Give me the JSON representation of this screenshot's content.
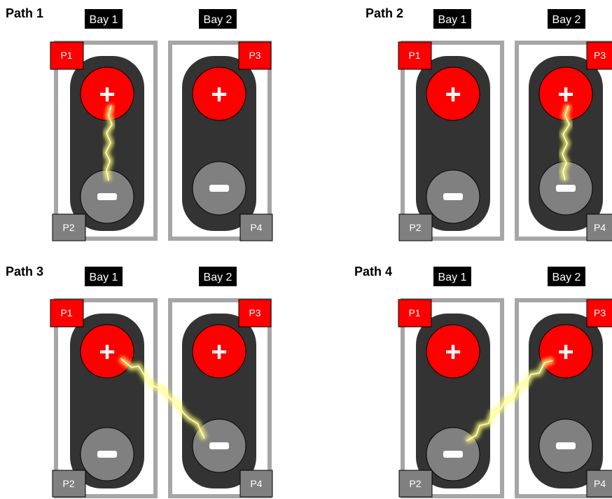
{
  "colors": {
    "positive": "#fe0000",
    "negative": "#808080",
    "battery_body": "#333333",
    "bay_outline": "#a6a6a6",
    "label_background": "#000000",
    "arc": "#ffff66"
  },
  "terminals": {
    "positive_symbol": "+",
    "negative_symbol": "−"
  },
  "panels": [
    {
      "title": "Path 1",
      "bays": [
        {
          "label": "Bay 1",
          "top_badge": "P1",
          "bottom_badge": "P2"
        },
        {
          "label": "Bay 2",
          "top_badge": "P3",
          "bottom_badge": "P4"
        }
      ],
      "arc": {
        "from": "Bay 1 positive",
        "to": "Bay 1 negative"
      }
    },
    {
      "title": "Path 2",
      "bays": [
        {
          "label": "Bay 1",
          "top_badge": "P1",
          "bottom_badge": "P2"
        },
        {
          "label": "Bay 2",
          "top_badge": "P3",
          "bottom_badge": "P4"
        }
      ],
      "arc": {
        "from": "Bay 2 positive",
        "to": "Bay 2 negative"
      }
    },
    {
      "title": "Path 3",
      "bays": [
        {
          "label": "Bay 1",
          "top_badge": "P1",
          "bottom_badge": "P2"
        },
        {
          "label": "Bay 2",
          "top_badge": "P3",
          "bottom_badge": "P4"
        }
      ],
      "arc": {
        "from": "Bay 1 positive",
        "to": "Bay 2 negative"
      }
    },
    {
      "title": "Path 4",
      "bays": [
        {
          "label": "Bay 1",
          "top_badge": "P1",
          "bottom_badge": "P2"
        },
        {
          "label": "Bay 2",
          "top_badge": "P3",
          "bottom_badge": "P4"
        }
      ],
      "arc": {
        "from": "Bay 2 positive",
        "to": "Bay 1 negative"
      }
    }
  ]
}
